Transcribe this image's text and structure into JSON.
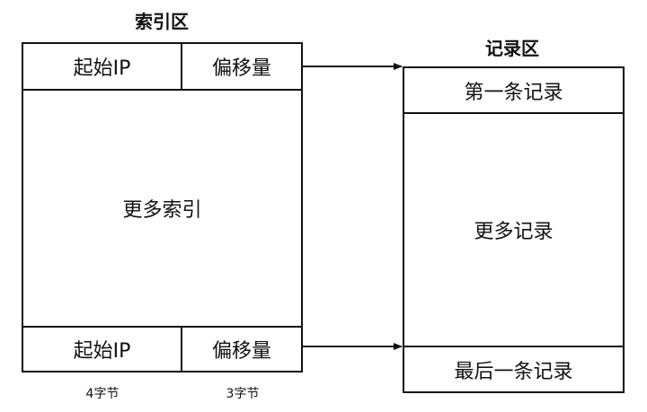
{
  "index_area": {
    "title": "索引区",
    "first_row": {
      "start_ip": "起始IP",
      "offset": "偏移量"
    },
    "middle": "更多索引",
    "last_row": {
      "start_ip": "起始IP",
      "offset": "偏移量"
    },
    "column_sizes": {
      "start_ip": "4字节",
      "offset": "3字节"
    }
  },
  "record_area": {
    "title": "记录区",
    "first": "第一条记录",
    "middle": "更多记录",
    "last": "最后一条记录"
  }
}
